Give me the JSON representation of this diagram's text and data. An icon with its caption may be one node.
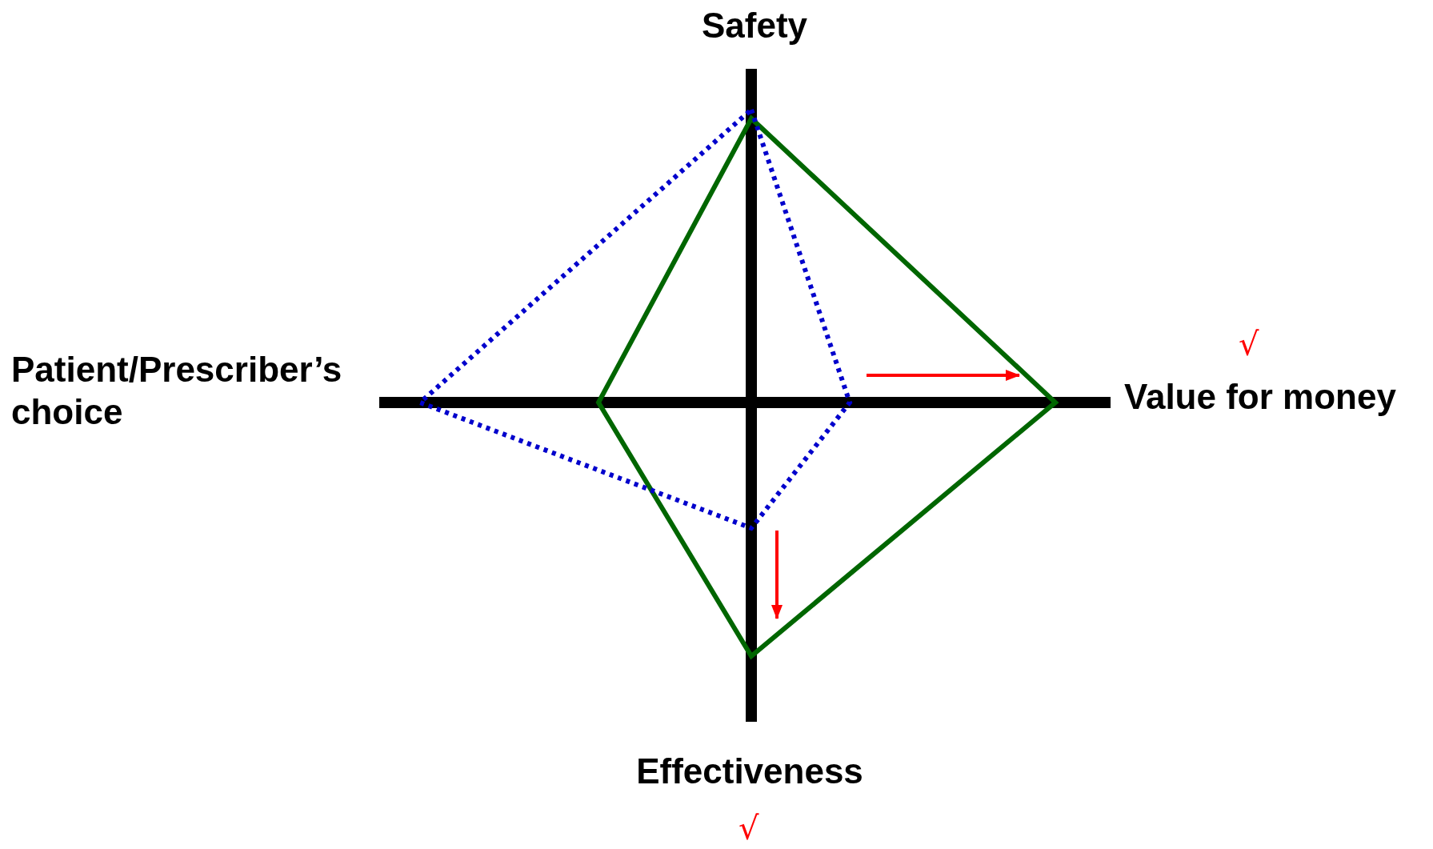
{
  "diagram": {
    "labels": [
      "Safety",
      "Patient/Prescriber’s choice",
      "√",
      "Value for money",
      "Effectiveness",
      "√"
    ]
  }
}
